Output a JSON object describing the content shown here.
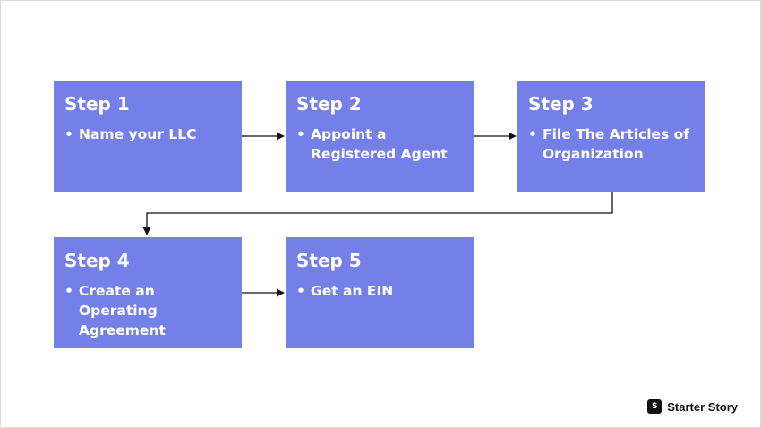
{
  "steps": [
    {
      "title": "Step 1",
      "lines": [
        "Name your LLC"
      ]
    },
    {
      "title": "Step 2",
      "lines": [
        "Appoint a",
        "Registered Agent"
      ]
    },
    {
      "title": "Step 3",
      "lines": [
        "File The Articles of",
        "Organization"
      ]
    },
    {
      "title": "Step 4",
      "lines": [
        "Create an Operating",
        "Agreement"
      ]
    },
    {
      "title": "Step 5",
      "lines": [
        "Get an EIN"
      ]
    }
  ],
  "bullet_char": "•",
  "brand": {
    "mark": "S",
    "name": "Starter Story"
  },
  "colors": {
    "box": "#7480e8",
    "text": "#ffffff",
    "connector": "#111111"
  }
}
